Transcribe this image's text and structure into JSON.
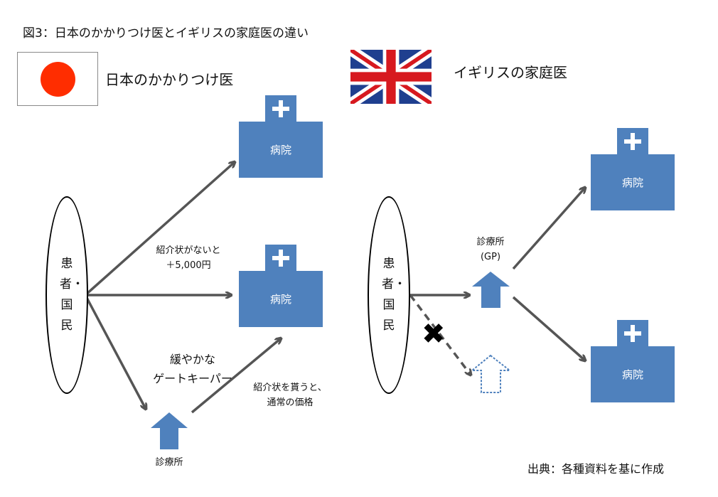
{
  "title": "図3：日本のかかりつけ医とイギリスの家庭医の違い",
  "japan": {
    "heading": "日本のかかりつけ医",
    "patients": "患者・国民",
    "hospital_label": "病院",
    "referral_note_line1": "紹介状がないと",
    "referral_note_line2": "＋5,000円",
    "gatekeeper_line1": "緩やかな",
    "gatekeeper_line2": "ゲートキーパー",
    "clinic_label": "診療所",
    "with_referral_line1": "紹介状を貰うと、",
    "with_referral_line2": "通常の価格"
  },
  "uk": {
    "heading": "イギリスの家庭医",
    "patients": "患者・国民",
    "gp_line1": "診療所",
    "gp_line2": "(GP)",
    "hospital_label": "病院",
    "blocked_mark": "✖"
  },
  "source": "出典：各種資料を基に作成",
  "colors": {
    "hospital_blue": "#4f81bd",
    "arrow_gray": "#555555",
    "japan_red": "#ff2d00",
    "uk_blue": "#1f3f8f",
    "uk_red": "#d7191f"
  }
}
